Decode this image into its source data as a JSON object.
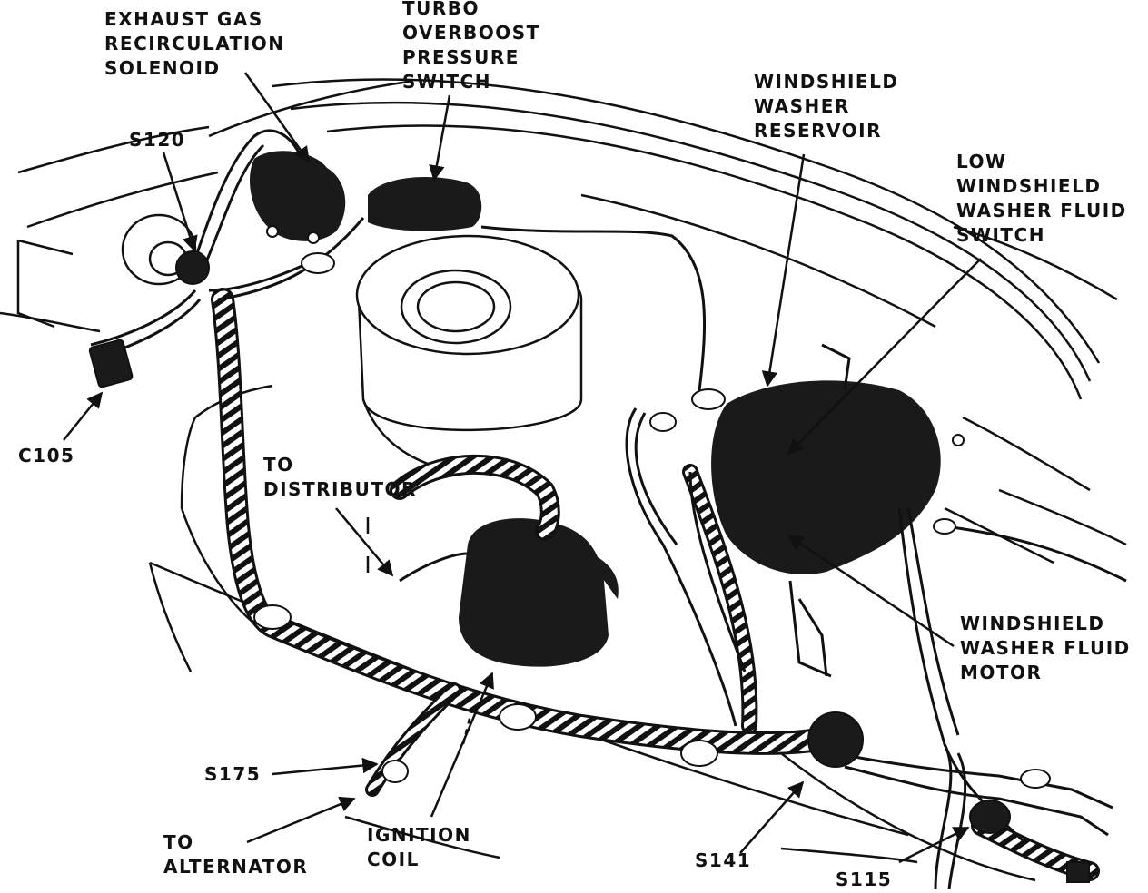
{
  "diagram": {
    "colors": {
      "ink": "#111111",
      "fill": "#1a1a1a",
      "paper": "#ffffff"
    },
    "labels": {
      "egr_solenoid": [
        "EXHAUST GAS",
        "RECIRCULATION",
        "SOLENOID"
      ],
      "turbo_switch": [
        "TURBO",
        "OVERBOOST",
        "PRESSURE",
        "SWITCH"
      ],
      "washer_reservoir": [
        "WINDSHIELD",
        "WASHER",
        "RESERVOIR"
      ],
      "low_fluid_switch": [
        "LOW",
        "WINDSHIELD",
        "WASHER FLUID",
        "SWITCH"
      ],
      "washer_motor": [
        "WINDSHIELD",
        "WASHER FLUID",
        "MOTOR"
      ],
      "to_distributor": [
        "TO",
        "DISTRIBUTOR"
      ],
      "ignition_coil": [
        "IGNITION",
        "COIL"
      ],
      "to_alternator": [
        "TO",
        "ALTERNATOR"
      ],
      "s120": "S120",
      "c105": "C105",
      "s175": "S175",
      "s141": "S141",
      "s115": "S115"
    }
  }
}
